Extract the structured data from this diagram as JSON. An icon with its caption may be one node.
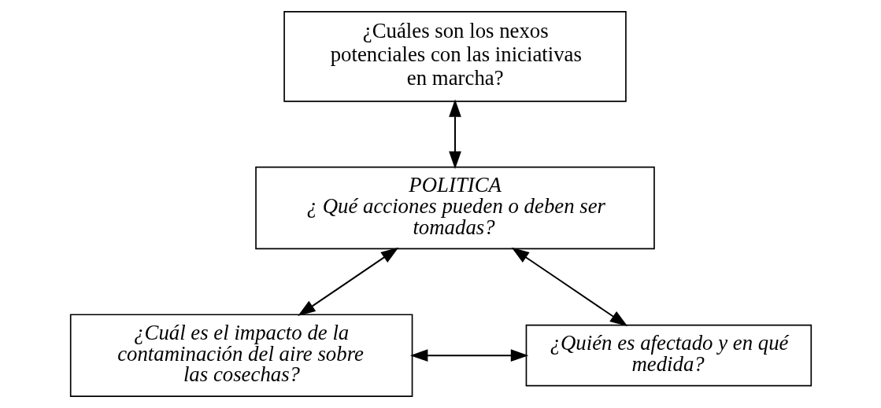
{
  "diagram": {
    "nodes": [
      {
        "text": [
          "¿Cuáles son los nexos potenciales con las iniciativas en marcha?"
        ]
      },
      {
        "text": [
          "POLITICA",
          "¿ Qué acciones pueden o deben ser tomadas?"
        ]
      },
      {
        "text": [
          "¿Cuál es el impacto de la contaminación del aire sobre las cosechas?"
        ]
      },
      {
        "text": [
          "¿Quién es afectado y en qué medida?"
        ]
      }
    ],
    "edges": [
      {
        "from": 0,
        "to": 1,
        "arrow": "both"
      },
      {
        "from": 1,
        "to": 2,
        "arrow": "both"
      },
      {
        "from": 1,
        "to": 3,
        "arrow": "both"
      },
      {
        "from": 2,
        "to": 3,
        "arrow": "both"
      }
    ]
  }
}
